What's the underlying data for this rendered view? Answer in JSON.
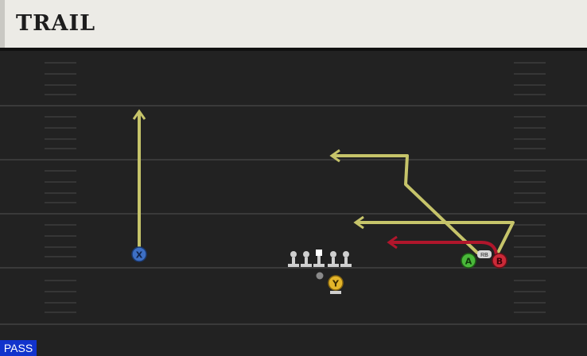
{
  "play": {
    "name": "TRAIL",
    "type_badge": "PASS"
  },
  "players": {
    "x": {
      "label": "X",
      "color": "#3d6fc4"
    },
    "y": {
      "label": "Y",
      "color": "#e4b52a"
    },
    "a": {
      "label": "A",
      "color": "#4ab83a"
    },
    "b": {
      "label": "B",
      "color": "#cc2a38"
    },
    "rb": {
      "label": "RB"
    }
  },
  "colors": {
    "route_primary": "#c6c46a",
    "route_block": "#b0162c",
    "field": "#222222",
    "title_bg": "#ecebe6",
    "badge": "#1133cc"
  }
}
